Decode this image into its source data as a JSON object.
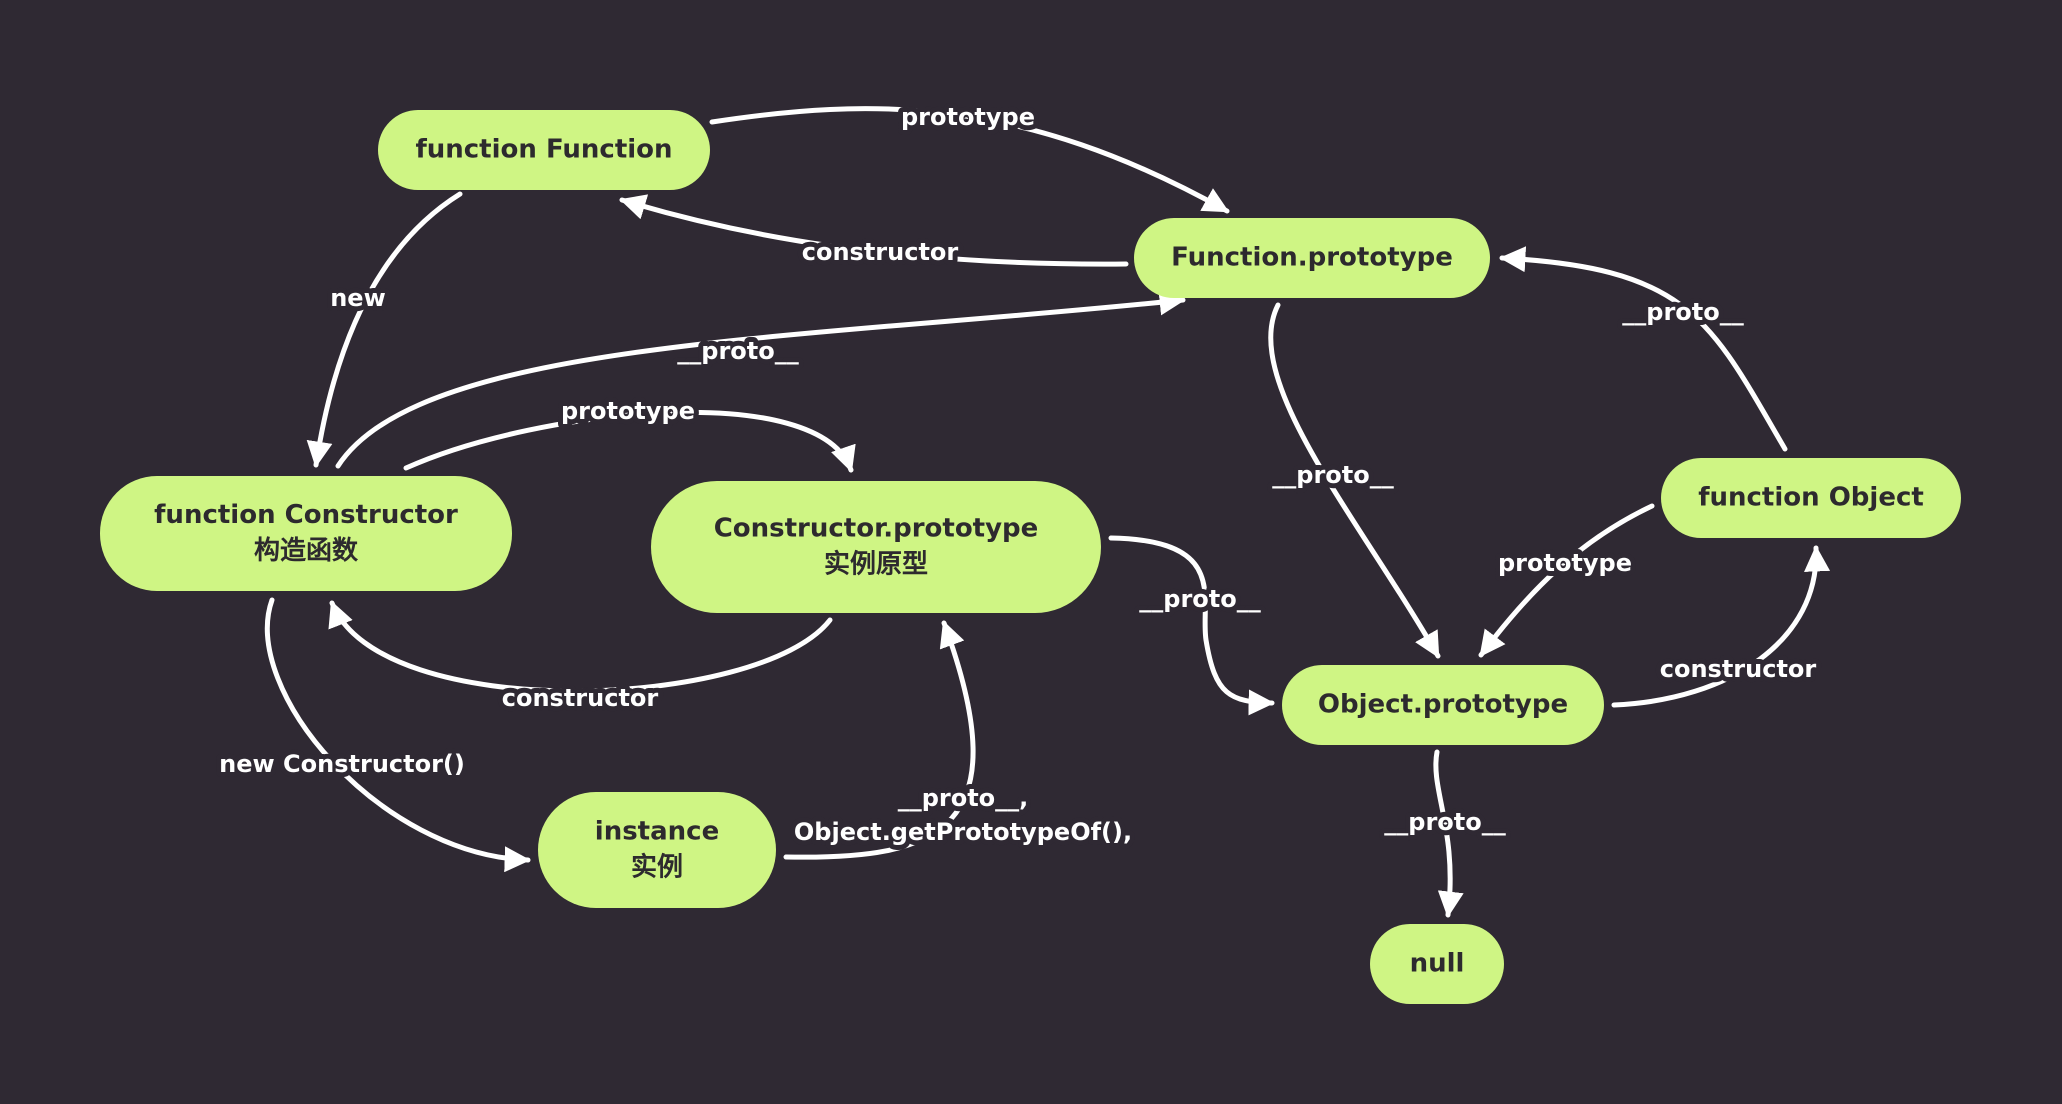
{
  "colors": {
    "background": "#2f2933",
    "node_fill": "#cff584",
    "node_text": "#2d2a2e",
    "edge": "#ffffff"
  },
  "nodes": {
    "function_function": {
      "lines": [
        "function Function"
      ]
    },
    "function_prototype": {
      "lines": [
        "Function.prototype"
      ]
    },
    "function_constructor": {
      "lines": [
        "function Constructor",
        "构造函数"
      ]
    },
    "constructor_prototype": {
      "lines": [
        "Constructor.prototype",
        "实例原型"
      ]
    },
    "function_object": {
      "lines": [
        "function Object"
      ]
    },
    "object_prototype": {
      "lines": [
        "Object.prototype"
      ]
    },
    "instance": {
      "lines": [
        "instance",
        "实例"
      ]
    },
    "null": {
      "lines": [
        "null"
      ]
    }
  },
  "edges": [
    {
      "id": "ff-prototype",
      "from": "function_function",
      "to": "function_prototype",
      "label": [
        "prototype"
      ]
    },
    {
      "id": "fp-constructor",
      "from": "function_prototype",
      "to": "function_function",
      "label": [
        "constructor"
      ]
    },
    {
      "id": "ff-new",
      "from": "function_function",
      "to": "function_constructor",
      "label": [
        "new"
      ]
    },
    {
      "id": "fc-proto",
      "from": "function_constructor",
      "to": "function_prototype",
      "label": [
        "__proto__"
      ]
    },
    {
      "id": "fc-prototype",
      "from": "function_constructor",
      "to": "constructor_prototype",
      "label": [
        "prototype"
      ]
    },
    {
      "id": "cp-constructor",
      "from": "constructor_prototype",
      "to": "function_constructor",
      "label": [
        "constructor"
      ]
    },
    {
      "id": "fc-new-instance",
      "from": "function_constructor",
      "to": "instance",
      "label": [
        "new Constructor()"
      ]
    },
    {
      "id": "inst-proto",
      "from": "instance",
      "to": "constructor_prototype",
      "label": [
        "__proto__,",
        "Object.getPrototypeOf(),"
      ]
    },
    {
      "id": "cp-proto",
      "from": "constructor_prototype",
      "to": "object_prototype",
      "label": [
        "__proto__"
      ]
    },
    {
      "id": "fp-proto",
      "from": "function_prototype",
      "to": "object_prototype",
      "label": [
        "__proto__"
      ]
    },
    {
      "id": "fo-proto",
      "from": "function_object",
      "to": "function_prototype",
      "label": [
        "__proto__"
      ]
    },
    {
      "id": "fo-prototype",
      "from": "function_object",
      "to": "object_prototype",
      "label": [
        "prototype"
      ]
    },
    {
      "id": "op-constructor",
      "from": "object_prototype",
      "to": "function_object",
      "label": [
        "constructor"
      ]
    },
    {
      "id": "op-proto",
      "from": "object_prototype",
      "to": "null",
      "label": [
        "__proto__"
      ]
    }
  ]
}
